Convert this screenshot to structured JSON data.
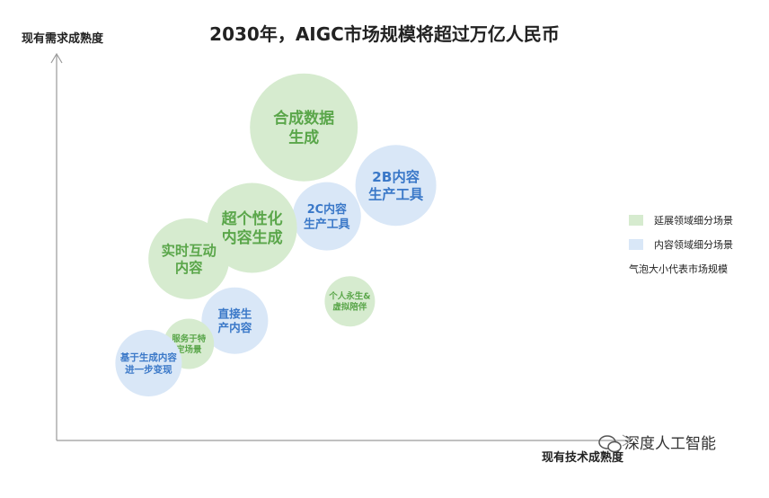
{
  "chart_data": {
    "type": "scatter",
    "title": "2030年，AIGC市场规模将超过万亿人民币",
    "xlabel": "现有技术成熟度",
    "ylabel": "现有需求成熟度",
    "xlim": [
      0,
      100
    ],
    "ylim": [
      0,
      100
    ],
    "grid": false,
    "legend_position": "right",
    "legend": [
      {
        "label": "延展领域细分场景",
        "color": "#d6ebcf"
      },
      {
        "label": "内容领域细分场景",
        "color": "#d9e7f7"
      }
    ],
    "legend_note": "气泡大小代表市场规模",
    "colors": {
      "extended": "#d6ebcf",
      "extended_text": "#5aa64a",
      "content": "#d9e7f7",
      "content_text": "#3a78c8"
    },
    "points": [
      {
        "label": [
          "合成数据",
          "生成"
        ],
        "category": "extended",
        "x": 43,
        "y": 81,
        "size": 60
      },
      {
        "label": [
          "2B内容",
          "生产工具"
        ],
        "category": "content",
        "x": 59,
        "y": 66,
        "size": 45
      },
      {
        "label": [
          "2C内容",
          "生产工具"
        ],
        "category": "content",
        "x": 47,
        "y": 58,
        "size": 38
      },
      {
        "label": [
          "超个性化",
          "内容生成"
        ],
        "category": "extended",
        "x": 34,
        "y": 55,
        "size": 50
      },
      {
        "label": [
          "实时互动",
          "内容"
        ],
        "category": "extended",
        "x": 23,
        "y": 47,
        "size": 45
      },
      {
        "label": [
          "个人永生&",
          "虚拟陪伴"
        ],
        "category": "extended",
        "x": 51,
        "y": 36,
        "size": 28
      },
      {
        "label": [
          "直接生",
          "产内容"
        ],
        "category": "content",
        "x": 31,
        "y": 31,
        "size": 37
      },
      {
        "label": [
          "服务于特",
          "定场景"
        ],
        "category": "extended",
        "x": 23,
        "y": 25,
        "size": 28
      },
      {
        "label": [
          "基于生成内容",
          "进一步变现"
        ],
        "category": "content",
        "x": 16,
        "y": 20,
        "size": 37
      }
    ]
  },
  "watermark": "深度人工智能"
}
